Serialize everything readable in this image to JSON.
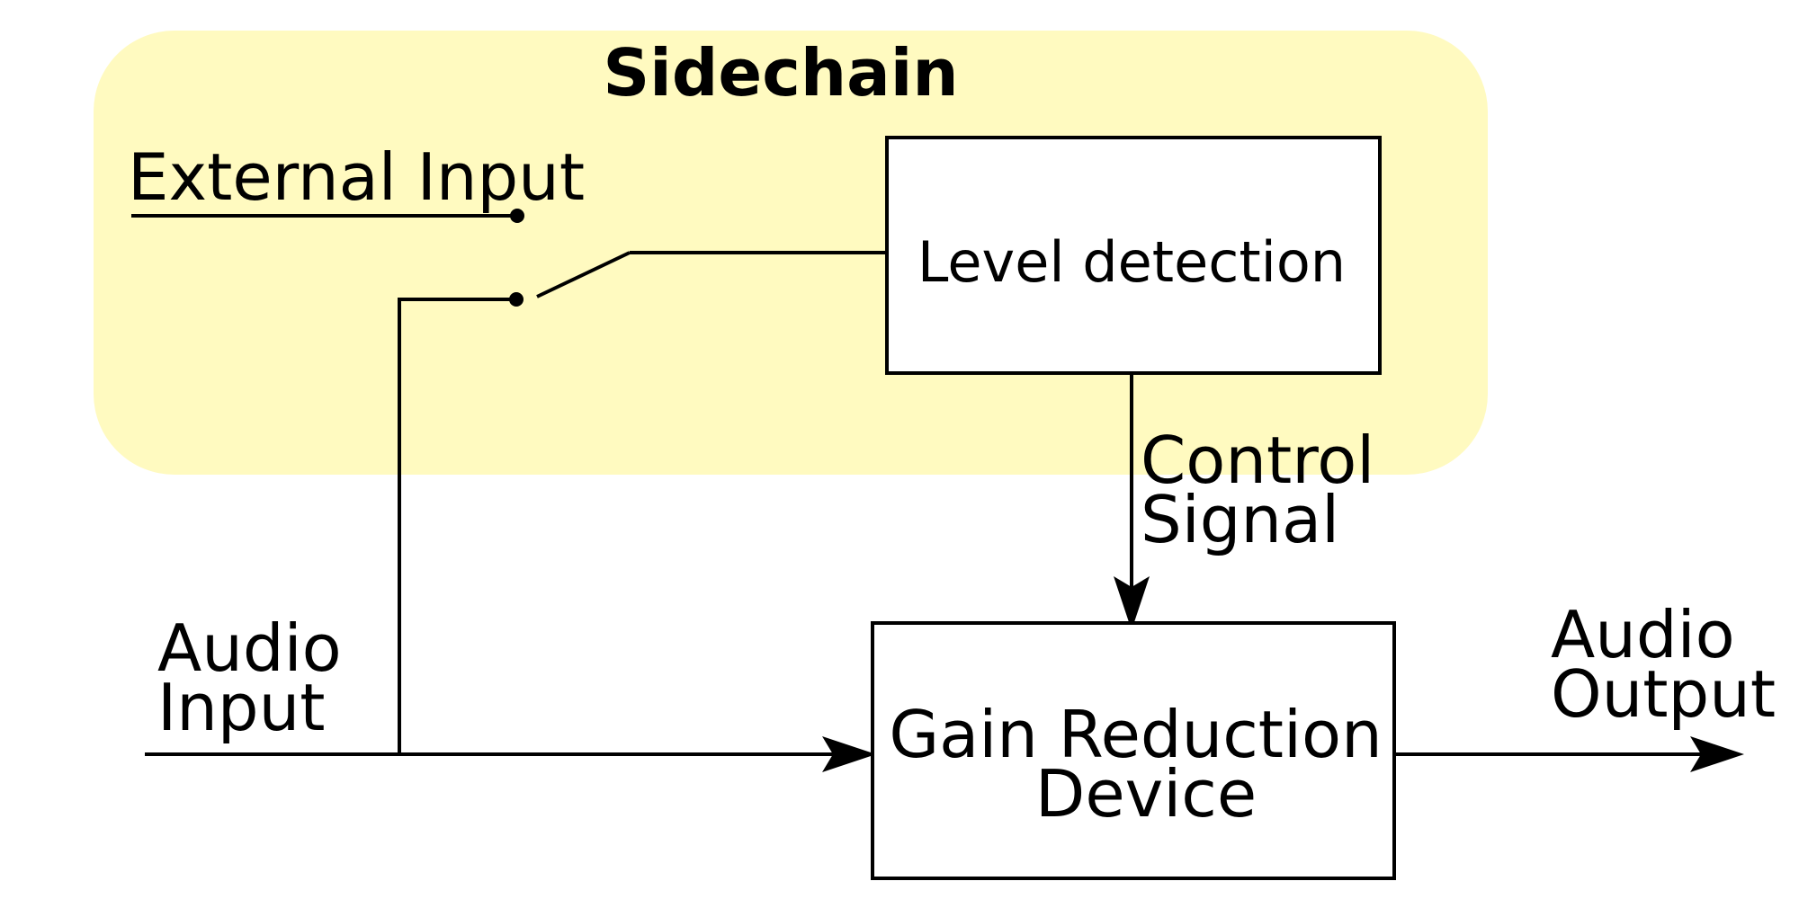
{
  "colors": {
    "sidechain_fill": "#fffac0",
    "stroke": "#000000",
    "box_fill": "#ffffff",
    "background": "#ffffff"
  },
  "sidechain": {
    "title": "Sidechain",
    "external_input_label": "External Input"
  },
  "blocks": {
    "level_detection": "Level detection",
    "gain_reduction": [
      "Gain Reduction",
      "Device"
    ]
  },
  "labels": {
    "control_signal": [
      "Control",
      "Signal"
    ],
    "audio_input": [
      "Audio",
      "Input"
    ],
    "audio_output": [
      "Audio",
      "Output"
    ]
  }
}
